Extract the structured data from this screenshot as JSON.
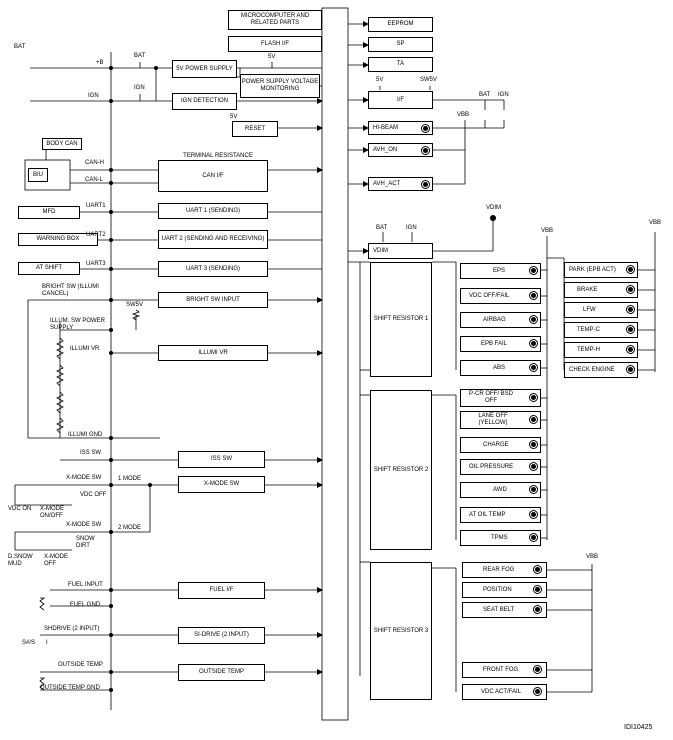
{
  "figure_id": "IDI10425",
  "supply": {
    "bat": "BAT",
    "plus_b": "+B",
    "ign": "IGN",
    "sw5v": "SW5V",
    "v5": "5V",
    "vbb": "VBB",
    "vdim": "VDIM"
  },
  "top_blocks": {
    "microcomputer": "MICROCOMPUTER AND RELATED PARTS",
    "flash_if": "FLASH I/F",
    "power_supply_5v": "5V POWER SUPPLY",
    "power_supply_monitoring": "POWER SUPPLY VOLTAGE MONITORING",
    "ign_detection": "IGN DETECTION",
    "reset": "RESET",
    "terminal_resistance": "TERMINAL RESISTANCE",
    "can_if": "CAN I/F",
    "uart1": "UART 1 (SENDING)",
    "uart2": "UART 2 (SENDING AND RECEIVING)",
    "uart3": "UART 3 (SENDING)",
    "bright_sw_input": "BRIGHT SW INPUT",
    "illumi_vr": "ILLUMI VR",
    "iss_sw": "ISS SW",
    "x_mode_sw": "X-MODE SW",
    "fuel_if": "FUEL I/F",
    "si_drive": "SI-DRIVE (2 INPUT)",
    "outside_temp": "OUTSIDE TEMP"
  },
  "right_blocks": {
    "eeprom": "EEPROM",
    "sp": "SP",
    "ta": "TA",
    "if": "I/F",
    "hi_beam": "HI-BEAM",
    "avh_on": "AVH_ON",
    "avh_act": "AVH_ACT",
    "vdim": "VDIM",
    "shift_resistor_1": "SHIFT RESISTOR 1",
    "shift_resistor_2": "SHIFT RESISTOR 2",
    "shift_resistor_3": "SHIFT RESISTOR 3"
  },
  "external": {
    "body_can": "BODY CAN",
    "biu": "BIU",
    "mfd": "MFD",
    "warning_box": "WARNING BOX",
    "at_shift": "AT SHIFT"
  },
  "terminals": {
    "can_h": "CAN-H",
    "can_l": "CAN-L",
    "uart1": "UART1",
    "uart2": "UART2",
    "uart3": "UART3",
    "bright_sw": "BRIGHT SW (ILLUMI CANCEL)",
    "illum_sw_power": "ILLUM. SW POWER SUPPLY",
    "illumi_vr": "ILLUMI VR",
    "illumi_gnd": "ILLUMI GND",
    "iss_sw": "ISS SW",
    "x_mode_sw_1": "X-MODE SW",
    "one_mode": "1 MODE",
    "x_mode_sw_2": "X-MODE SW",
    "two_mode": "2 MODE",
    "vdc_on": "VDC ON",
    "x_mode_on_off": "X-MODE ON/OFF",
    "vdc_off": "VDC OFF",
    "d_snow_mud": "D.SNOW MUD",
    "x_mode_off": "X-MODE OFF",
    "snow_dirt": "SNOW DIRT",
    "fuel_input": "FUEL INPUT",
    "fuel_gnd": "FUEL GND",
    "shdrive": "SHDRIVE (2 INPUT)",
    "sis": "S#/S",
    "i_mark": "I",
    "outside_temp": "OUTSIDE TEMP",
    "outside_temp_gnd": "OUTSIDE TEMP GND"
  },
  "group1_lamps": [
    "EPS",
    "VDC OFF/FAIL",
    "AIRBAG",
    "EPB FAIL",
    "ABS"
  ],
  "group1b_lamps": [
    "PARK (EPB ACT)",
    "BRAKE",
    "LFW",
    "TEMP-C",
    "TEMP-H",
    "CHECK ENGINE"
  ],
  "group2_lamps": [
    "P-CR OFF/ BSD OFF",
    "LANE OFF (YELLOW)",
    "CHARGE",
    "OIL PRESSURE",
    "AWD",
    "AT OIL TEMP",
    "TPMS"
  ],
  "group3_lamps": [
    "REAR FOG",
    "POSITION",
    "SEAT BELT",
    "FRONT FOG",
    "VDC ACT/FAIL"
  ]
}
